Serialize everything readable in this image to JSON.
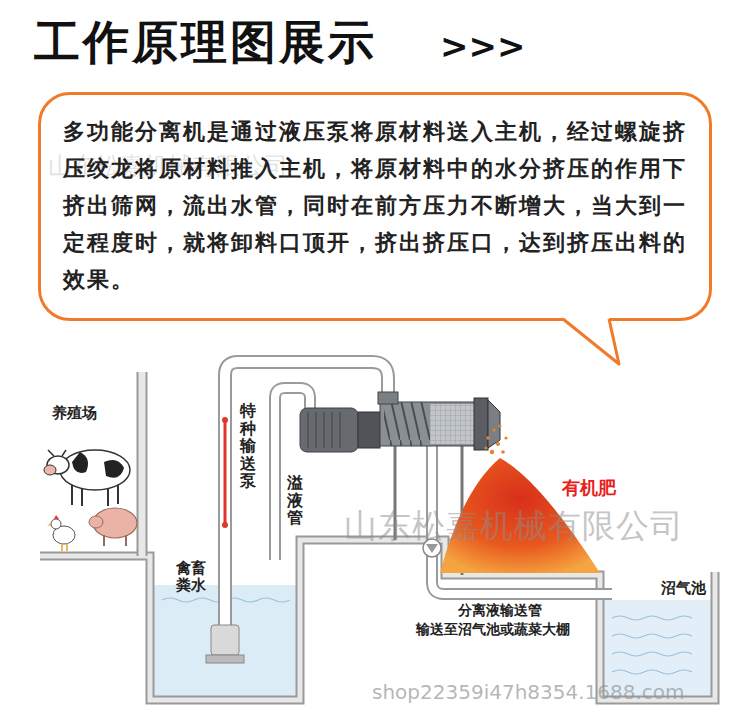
{
  "diagram": {
    "title": "工作原理图展示",
    "nodes": [
      {
        "text": [
          "多功能分离机是通过液压泵将原材料送入主机，经过螺旋挤压绞龙将原材料推入主机，将原材料中的水分挤压的作用下挤出筛网，流出水管，同时在前方压力不断增大，当大到一定程度时，就将卸料口顶开，挤出挤压口，达到挤压出料的效果。"
        ]
      },
      {
        "text": [
          "沼气池"
        ]
      }
    ],
    "labels": [
      ">>>",
      "养殖场",
      "特种输送泵",
      "溢液管",
      "禽畜粪水",
      "有机肥",
      "分离液输送管",
      "输送至沼气池或蔬菜大棚",
      "山东松嘉机械有限公司",
      "山东松嘉机械有限公司",
      "shop22359i47h8354.1688.com"
    ]
  }
}
